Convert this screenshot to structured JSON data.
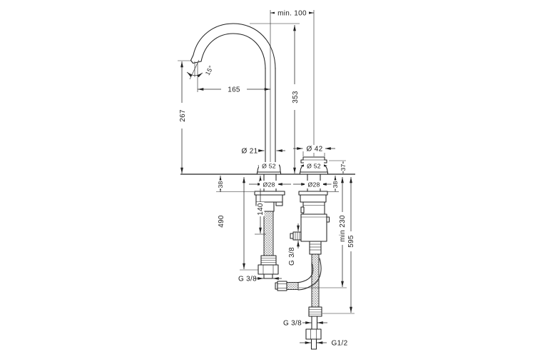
{
  "page": {
    "type": "technical-dimension-drawing",
    "background": "#ffffff",
    "line_color": "#222222"
  },
  "drawing": {
    "labels": {
      "min_top_distance": "min. 100",
      "spout_angle": "15°",
      "spout_reach": "165",
      "outlet_height": "267",
      "total_height": "353",
      "spout_pipe_dia": "Ø 21",
      "handle_dia": "Ø 42",
      "spout_base_dia": "Ø 52",
      "handle_base_dia": "Ø 52",
      "spout_shank_dia": "Ø28",
      "handle_shank_dia": "Ø28",
      "spout_shank_depth": "38",
      "handle_shank_depth": "38",
      "handle_base_height": "37",
      "outlet_port_depth": "140",
      "spout_hose_length": "490",
      "valve_outlet_thread": "G 3/8",
      "spout_hose_thread": "G 3/8",
      "supply_hose_thread": "G 3/8",
      "min_clearance_below": "min 230",
      "supply_hose_length": "595",
      "supply_connection_thread": "G1/2"
    }
  }
}
